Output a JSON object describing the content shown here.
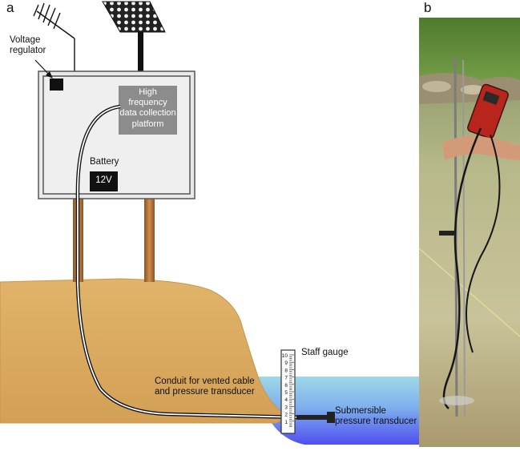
{
  "panels": {
    "a": "a",
    "b": "b"
  },
  "labels": {
    "voltage_regulator": [
      "Voltage",
      "regulator"
    ],
    "data_platform": [
      "High",
      "frequency",
      "data collection",
      "platform"
    ],
    "battery": "Battery",
    "battery_voltage": "12V",
    "staff_gauge": "Staff gauge",
    "conduit": [
      "Conduit for vented cable",
      "and pressure transducer"
    ],
    "transducer": [
      "Submersible",
      "pressure transducer"
    ]
  },
  "gauge_ticks": [
    "10",
    "9",
    "8",
    "7",
    "6",
    "5",
    "4",
    "3",
    "2",
    "1"
  ],
  "colors": {
    "bank": "#dcae62",
    "bank_edge": "#c8964a",
    "water": "#8fd0e0",
    "water_deep": "#5c5cf0",
    "box_fill": "#ececec",
    "box_border": "#555555",
    "platform_fill": "#8c8c8c",
    "post": "#b8773c",
    "battery_fill": "#111111"
  },
  "icons": {
    "antenna": "antenna-icon",
    "solar_panel": "solar-panel-icon"
  }
}
